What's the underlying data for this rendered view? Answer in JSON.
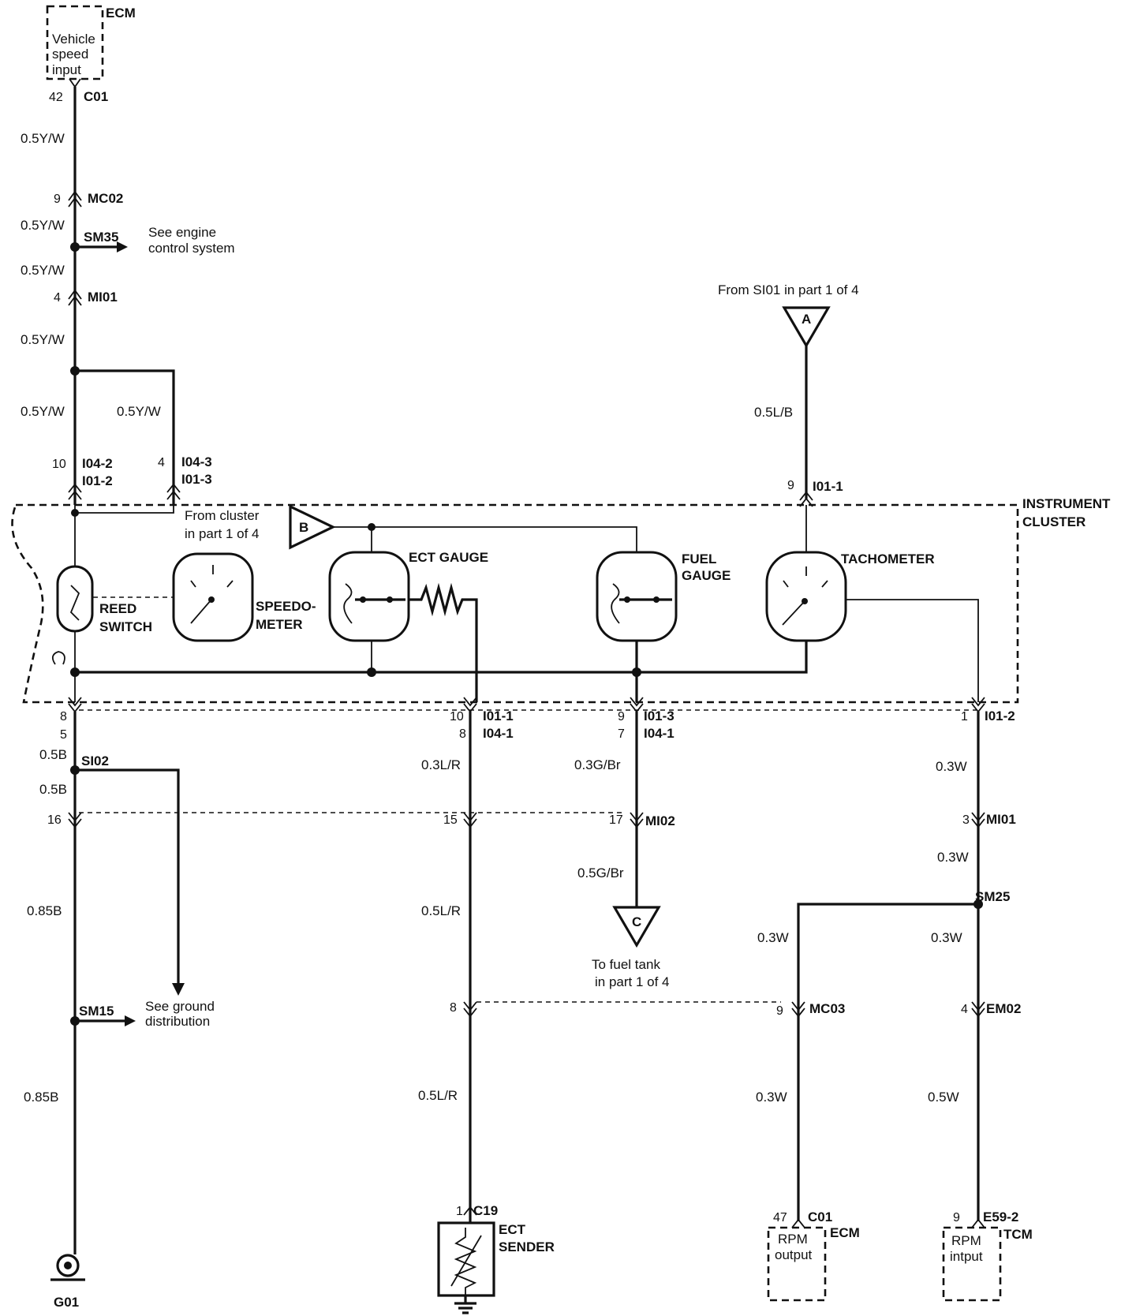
{
  "ecm_top": {
    "module": "ECM",
    "line1": "Vehicle",
    "line2": "speed",
    "line3": "input",
    "pin": "42",
    "connector": "C01"
  },
  "left_wires": {
    "w1": "0.5Y/W",
    "w2": "0.5Y/W",
    "w3": "0.5Y/W",
    "w4": "0.5Y/W",
    "w5": "0.5Y/W",
    "w6": "0.5Y/W"
  },
  "mc02": {
    "pin": "9",
    "connector": "MC02"
  },
  "sm35": {
    "splice": "SM35",
    "ref1": "See engine",
    "ref2": "control system"
  },
  "mi01_top": {
    "pin": "4",
    "connector": "MI01"
  },
  "i04_2": {
    "pin": "10",
    "connector_a": "I04-2",
    "connector_b": "I01-2"
  },
  "i04_3": {
    "pin": "4",
    "connector_a": "I04-3",
    "connector_b": "I01-3"
  },
  "from_cluster": {
    "line1": "From cluster",
    "line2": "in part 1 of 4",
    "flag": "B"
  },
  "cluster": {
    "title1": "INSTRUMENT",
    "title2": "CLUSTER"
  },
  "components": {
    "reed1": "REED",
    "reed2": "SWITCH",
    "speedo1": "SPEEDO-",
    "speedo2": "METER",
    "ect_gauge": "ECT GAUGE",
    "fuel1": "FUEL",
    "fuel2": "GAUGE",
    "tach": "TACHOMETER"
  },
  "flag_a": {
    "letter": "A",
    "ref": "From SI01  in part 1 of 4",
    "wire": "0.5L/B",
    "pin": "9",
    "connector": "I01-1"
  },
  "lower_left": {
    "pin_a": "8",
    "pin_b": "5",
    "w1": "0.5B",
    "splice": "SI02",
    "w2": "0.5B",
    "pin_c": "16",
    "w3": "0.85B",
    "splice2": "SM15",
    "ref1": "See ground",
    "ref2": "distribution",
    "w4": "0.85B",
    "ground": "G01"
  },
  "ect_circuit": {
    "pin_a": "10",
    "conn_a": "I01-1",
    "pin_b": "8",
    "conn_b": "I04-1",
    "w1": "0.3L/R",
    "pin_c": "15",
    "w2": "0.5L/R",
    "pin_d": "8",
    "w3": "0.5L/R",
    "pin_e": "1",
    "conn_e": "C19",
    "sender1": "ECT",
    "sender2": "SENDER"
  },
  "fuel_circuit": {
    "pin_a": "9",
    "conn_a": "I01-3",
    "pin_b": "7",
    "conn_b": "I04-1",
    "w1": "0.3G/Br",
    "pin_c": "17",
    "conn_c": "MI02",
    "w2": "0.5G/Br",
    "flag": "C",
    "ref1": "To fuel tank",
    "ref2": "in part 1 of 4"
  },
  "tach_circuit": {
    "pin_a": "1",
    "conn_a": "I01-2",
    "w1": "0.3W",
    "pin_b": "3",
    "conn_b": "MI01",
    "w2": "0.3W",
    "splice": "SM25",
    "w3": "0.3W",
    "w4": "0.3W",
    "pin_c": "9",
    "conn_c": "MC03",
    "pin_d": "4",
    "conn_d": "EM02",
    "w5": "0.3W",
    "w6": "0.5W"
  },
  "ecm_bottom": {
    "pin": "47",
    "connector": "C01",
    "module": "ECM",
    "line1": "RPM",
    "line2": "output"
  },
  "tcm_bottom": {
    "pin": "9",
    "connector": "E59-2",
    "module": "TCM",
    "line1": "RPM",
    "line2": "intput"
  }
}
